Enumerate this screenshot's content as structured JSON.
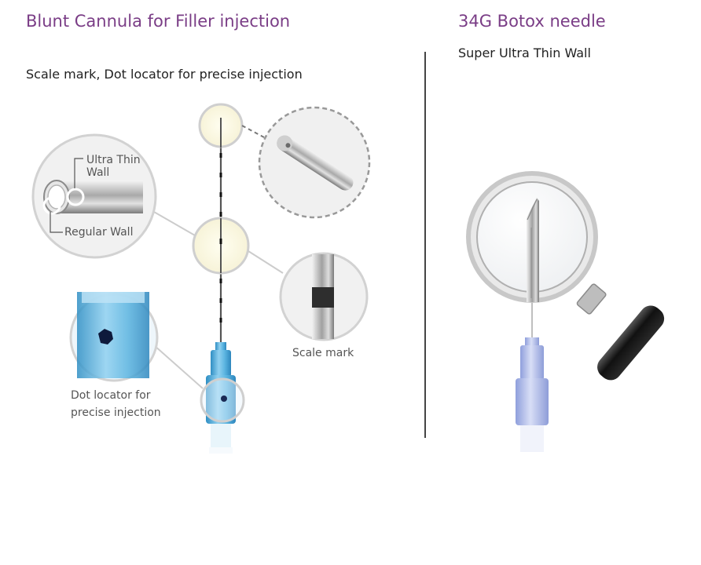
{
  "left_panel": {
    "title": "Blunt Cannula for Filler injection",
    "subtitle": "Scale mark, Dot locator for precise injection",
    "callouts": {
      "ultra_thin_wall_line1": "Ultra Thin",
      "ultra_thin_wall_line2": "Wall",
      "regular_wall": "Regular Wall",
      "scale_mark": "Scale mark",
      "dot_locator_line1": "Dot locator for",
      "dot_locator_line2": "precise injection"
    }
  },
  "right_panel": {
    "title": "34G Botox needle",
    "subtitle": "Super Ultra Thin Wall"
  },
  "colors": {
    "title": "#7a3d86",
    "hub_blue": "#4aa8d8",
    "hub_lavender": "#aab7e6",
    "magnifier_handle": "#1e1e1e"
  }
}
